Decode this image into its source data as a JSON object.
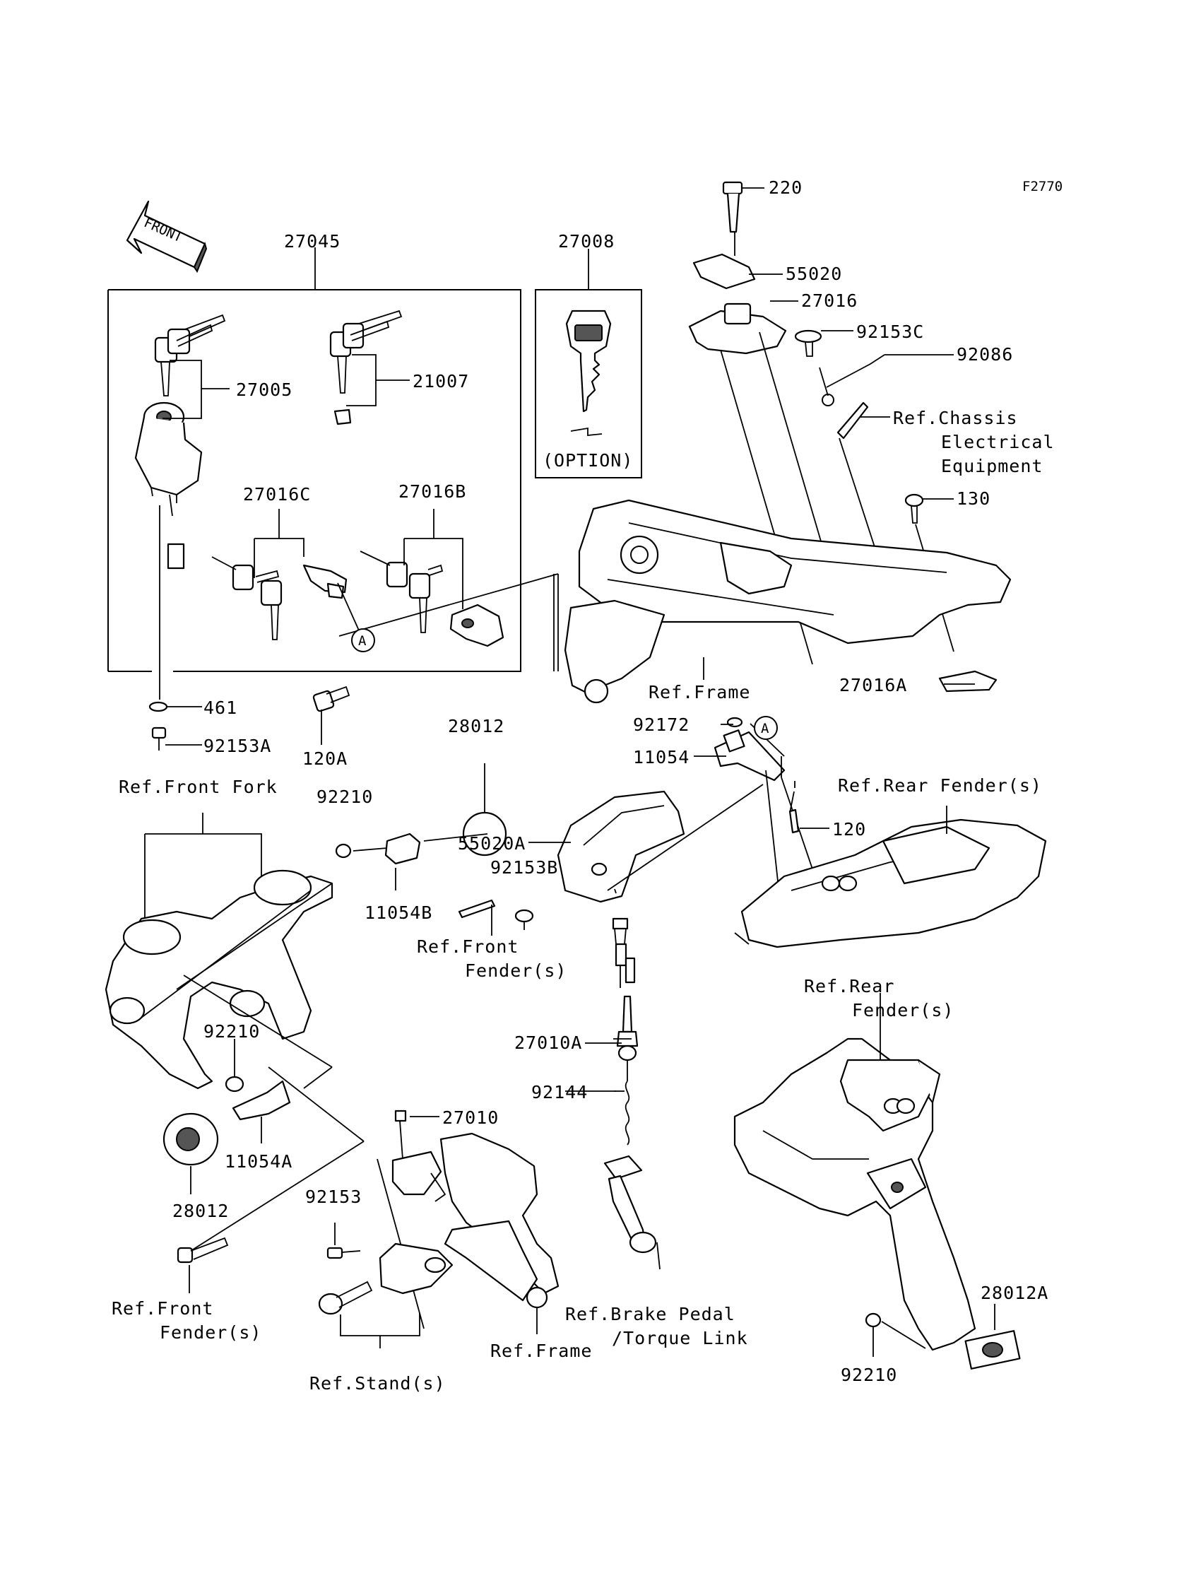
{
  "diagram": {
    "code": "F2770",
    "front_label": "FRONT",
    "option_label": "(OPTION)",
    "callout_letter": "A",
    "labels": {
      "p220": "220",
      "p55020": "55020",
      "p27016": "27016",
      "p92153C": "92153C",
      "p92086": "92086",
      "ref_chassis_1": "Ref.Chassis",
      "ref_chassis_2": "Electrical",
      "ref_chassis_3": "Equipment",
      "p130": "130",
      "p27045": "27045",
      "p27008": "27008",
      "p27005": "27005",
      "p21007": "21007",
      "p27016C": "27016C",
      "p27016B": "27016B",
      "p461": "461",
      "p92153A": "92153A",
      "p120A": "120A",
      "ref_frame_top": "Ref.Frame",
      "p27016A": "27016A",
      "p28012_top": "28012",
      "p92172": "92172",
      "p11054": "11054",
      "ref_rear_fender_top": "Ref.Rear Fender(s)",
      "ref_front_fork": "Ref.Front Fork",
      "p92210_top": "92210",
      "p55020A": "55020A",
      "p92153B": "92153B",
      "p120": "120",
      "p11054B": "11054B",
      "ref_front_fender_mid_1": "Ref.Front",
      "ref_front_fender_mid_2": "Fender(s)",
      "ref_rear_fender_mid_1": "Ref.Rear",
      "ref_rear_fender_mid_2": "Fender(s)",
      "p92210_mid": "92210",
      "p27010A": "27010A",
      "p92144": "92144",
      "p27010": "27010",
      "p11054A": "11054A",
      "p92153": "92153",
      "p28012_bot": "28012",
      "ref_front_fender_bot_1": "Ref.Front",
      "ref_front_fender_bot_2": "Fender(s)",
      "ref_brake_pedal_1": "Ref.Brake Pedal",
      "ref_brake_pedal_2": "/Torque Link",
      "ref_frame_bot": "Ref.Frame",
      "ref_stand": "Ref.Stand(s)",
      "p28012A": "28012A",
      "p92210_bot": "92210"
    }
  }
}
